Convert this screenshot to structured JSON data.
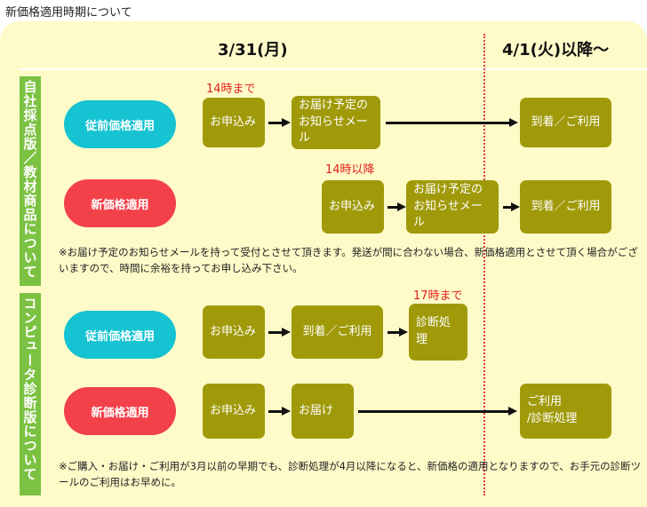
{
  "page_title": "新価格適用時期について",
  "headers": {
    "left_date": "3/31(月)",
    "right_date": "4/1(火)以降～"
  },
  "sections": [
    {
      "tab_label": "自社採点版／教材商品について",
      "deadline_1": "14時まで",
      "deadline_2": "14時以降",
      "row1": {
        "label": "従前価格適用",
        "step1": "お申込み",
        "step2": "お届け予定の\nお知らせメール",
        "step3": "到着／ご利用"
      },
      "row2": {
        "label": "新価格適用",
        "step1": "お申込み",
        "step2": "お届け予定の\nお知らせメール",
        "step3": "到着／ご利用"
      },
      "note": "※お届け予定のお知らせメールを持って受付とさせて頂きます。発送が間に合わない場合、新価格適用とさせて頂く場合がございますので、時間に余裕を持ってお申し込み下さい。"
    },
    {
      "tab_label": "コンピュータ診断版について",
      "deadline_1": "17時まで",
      "row1": {
        "label": "従前価格適用",
        "step1": "お申込み",
        "step2": "到着／ご利用",
        "step3": "診断処理"
      },
      "row2": {
        "label": "新価格適用",
        "step1": "お申込み",
        "step2": "お届け",
        "step3": "ご利用\n/診断処理"
      },
      "note": "※ご購入・お届け・ご利用が3月以前の早期でも、診断処理が4月以降になると、新価格の適用となりますので、お手元の診断ツールのご利用はお早めに。"
    }
  ],
  "colors": {
    "panel": "#fffbc9",
    "tab": "#7cc242",
    "old_price": "#16c3d2",
    "new_price": "#f3414a",
    "step": "#a09a0a",
    "deadline": "#e0201c"
  }
}
